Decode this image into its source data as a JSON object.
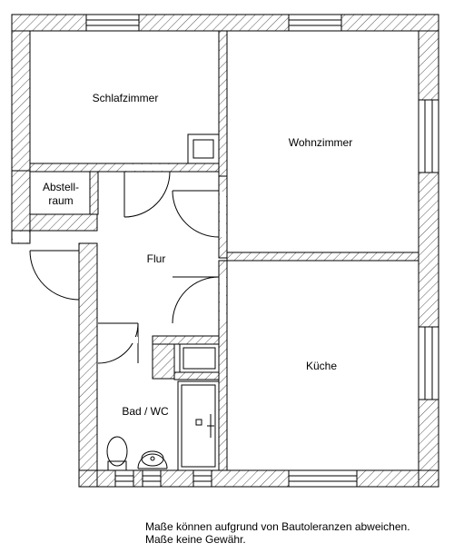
{
  "rooms": {
    "schlafzimmer": "Schlafzimmer",
    "wohnzimmer": "Wohnzimmer",
    "abstellraum_line1": "Abstell-",
    "abstellraum_line2": "raum",
    "flur": "Flur",
    "kueche": "Küche",
    "bad": "Bad / WC"
  },
  "notes": {
    "line1": "Maße können aufgrund von Bautoleranzen abweichen.",
    "line2": "Maße keine Gewähr."
  }
}
